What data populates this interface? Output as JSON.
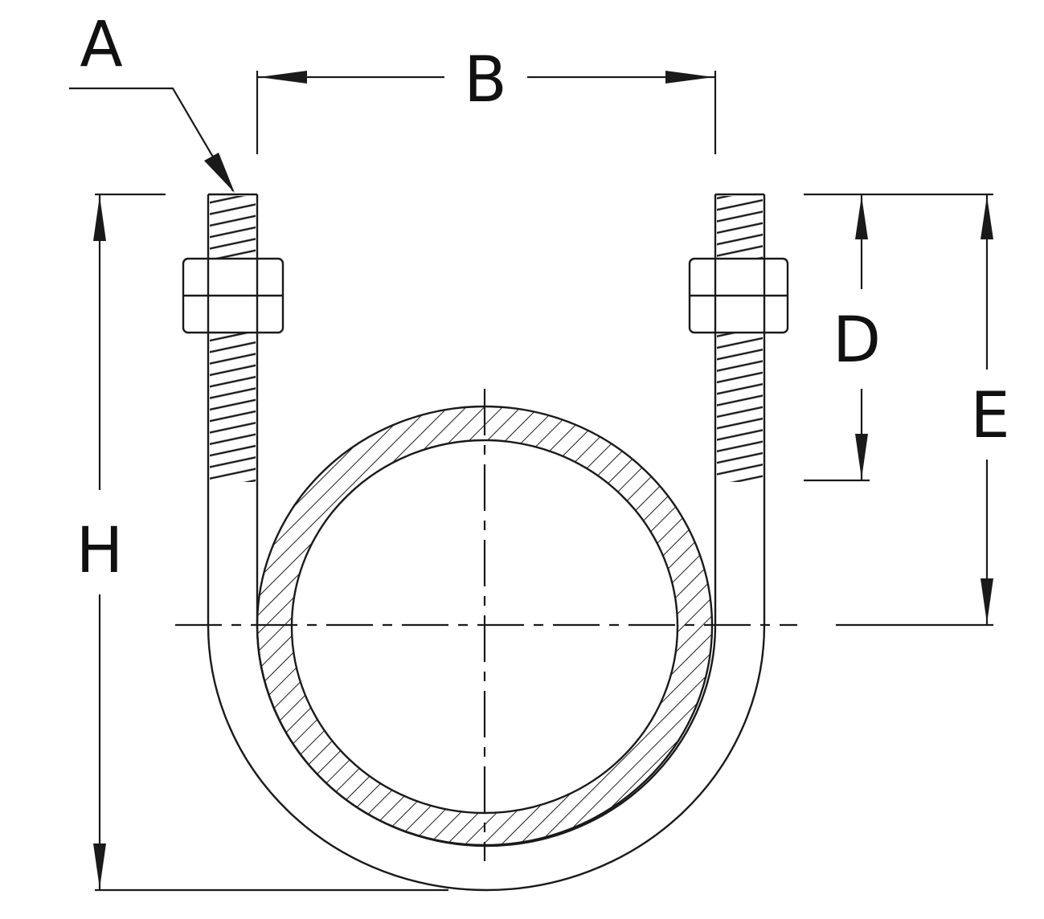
{
  "labels": {
    "a": "A",
    "b": "B",
    "d": "D",
    "e": "E",
    "h": "H"
  },
  "colors": {
    "line": "#1a1a1a",
    "background": "#ffffff"
  }
}
